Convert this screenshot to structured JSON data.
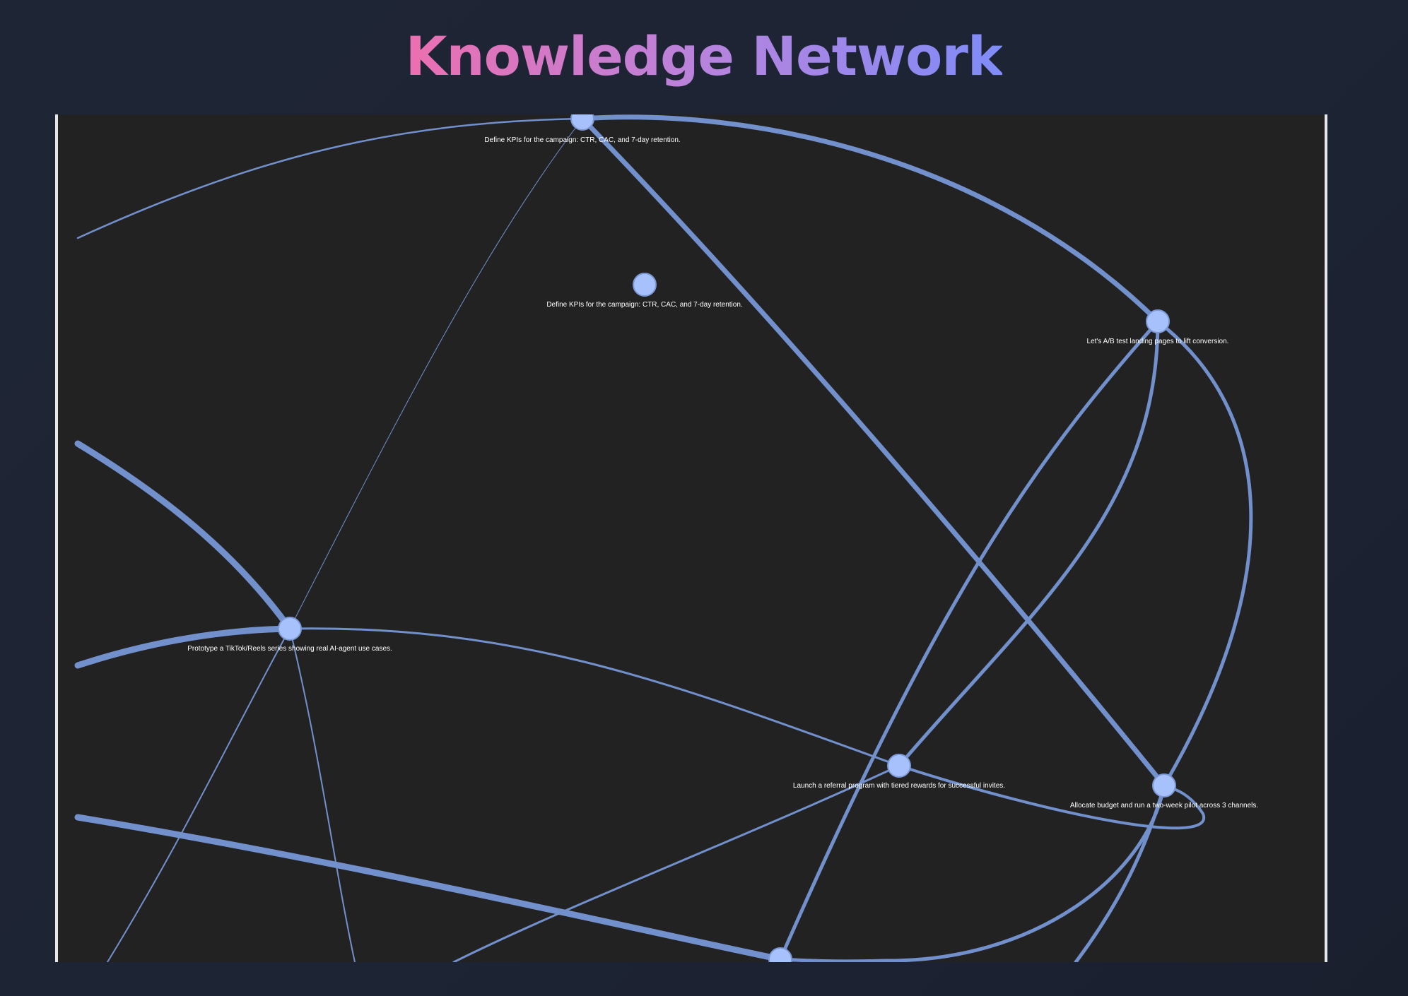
{
  "title": "Knowledge Network",
  "colors": {
    "edge": "#7290cc",
    "node": "#a6c1fb",
    "panel": "#222222",
    "title_gradient": [
      "#ec6fb0",
      "#b883dd",
      "#7f8cf8"
    ]
  },
  "nodes": [
    {
      "id": "n1",
      "label": "Define KPIs for the campaign: CTR, CAC, and 7-day retention."
    },
    {
      "id": "n2",
      "label": "Define KPIs for the campaign: CTR, CAC, and 7-day retention."
    },
    {
      "id": "n3",
      "label": "Let's A/B test landing pages to lift conversion."
    },
    {
      "id": "n4",
      "label": "Prototype a TikTok/Reels series showing real AI-agent use cases."
    },
    {
      "id": "n5",
      "label": "Launch a referral program with tiered rewards for successful invites."
    },
    {
      "id": "n6",
      "label": "Allocate budget and run a two-week pilot across 3 channels."
    },
    {
      "id": "n7",
      "label": ""
    }
  ],
  "edges": [
    {
      "from": "n1",
      "to": "n6"
    },
    {
      "from": "n1",
      "to": "n3"
    },
    {
      "from": "n1",
      "to": "n4"
    },
    {
      "from": "n3",
      "to": "n5"
    },
    {
      "from": "n3",
      "to": "n6"
    },
    {
      "from": "n3",
      "to": "n7"
    },
    {
      "from": "n4",
      "to": "n5"
    },
    {
      "from": "n5",
      "to": "n6"
    },
    {
      "from": "n6",
      "to": "n7"
    }
  ]
}
